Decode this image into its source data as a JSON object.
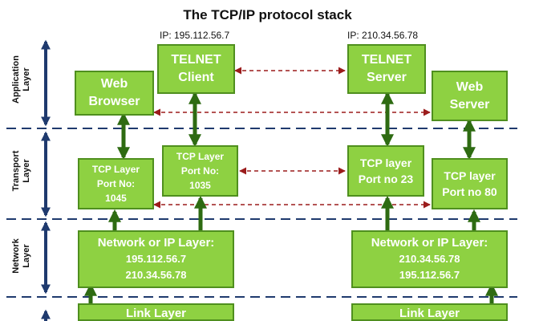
{
  "title": "The TCP/IP protocol stack",
  "client_ip": "IP:  195.112.56.7",
  "server_ip": "IP:  210.34.56.78",
  "layers": {
    "application": [
      "Application",
      "Layer"
    ],
    "transport": [
      "Transport",
      "Layer"
    ],
    "network": [
      "Network",
      "Layer"
    ]
  },
  "boxes": {
    "web_browser": [
      "Web",
      "Browser"
    ],
    "telnet_client": [
      "TELNET",
      "Client"
    ],
    "telnet_server": [
      "TELNET",
      "Server"
    ],
    "web_server": [
      "Web",
      "Server"
    ],
    "tcp_client_1045": [
      "TCP Layer",
      "Port No:",
      "1045"
    ],
    "tcp_client_1035": [
      "TCP Layer",
      "Port No:",
      "1035"
    ],
    "tcp_server_23": [
      "TCP layer",
      "Port no 23"
    ],
    "tcp_server_80": [
      "TCP layer",
      "Port no 80"
    ],
    "ip_client": [
      "Network or IP Layer:",
      "195.112.56.7",
      "210.34.56.78"
    ],
    "ip_server": [
      "Network or IP Layer:",
      "210.34.56.78",
      "195.112.56.7"
    ],
    "link_client": "Link Layer",
    "link_server": "Link Layer"
  },
  "colors": {
    "box_fill": "#8ed142",
    "box_border": "#4f8f1e",
    "stack_arrow": "#2e6b12",
    "peer_arrow": "#9b1c1c",
    "layer_arrow": "#1f3a6e",
    "divider": "#1f3a6e"
  }
}
